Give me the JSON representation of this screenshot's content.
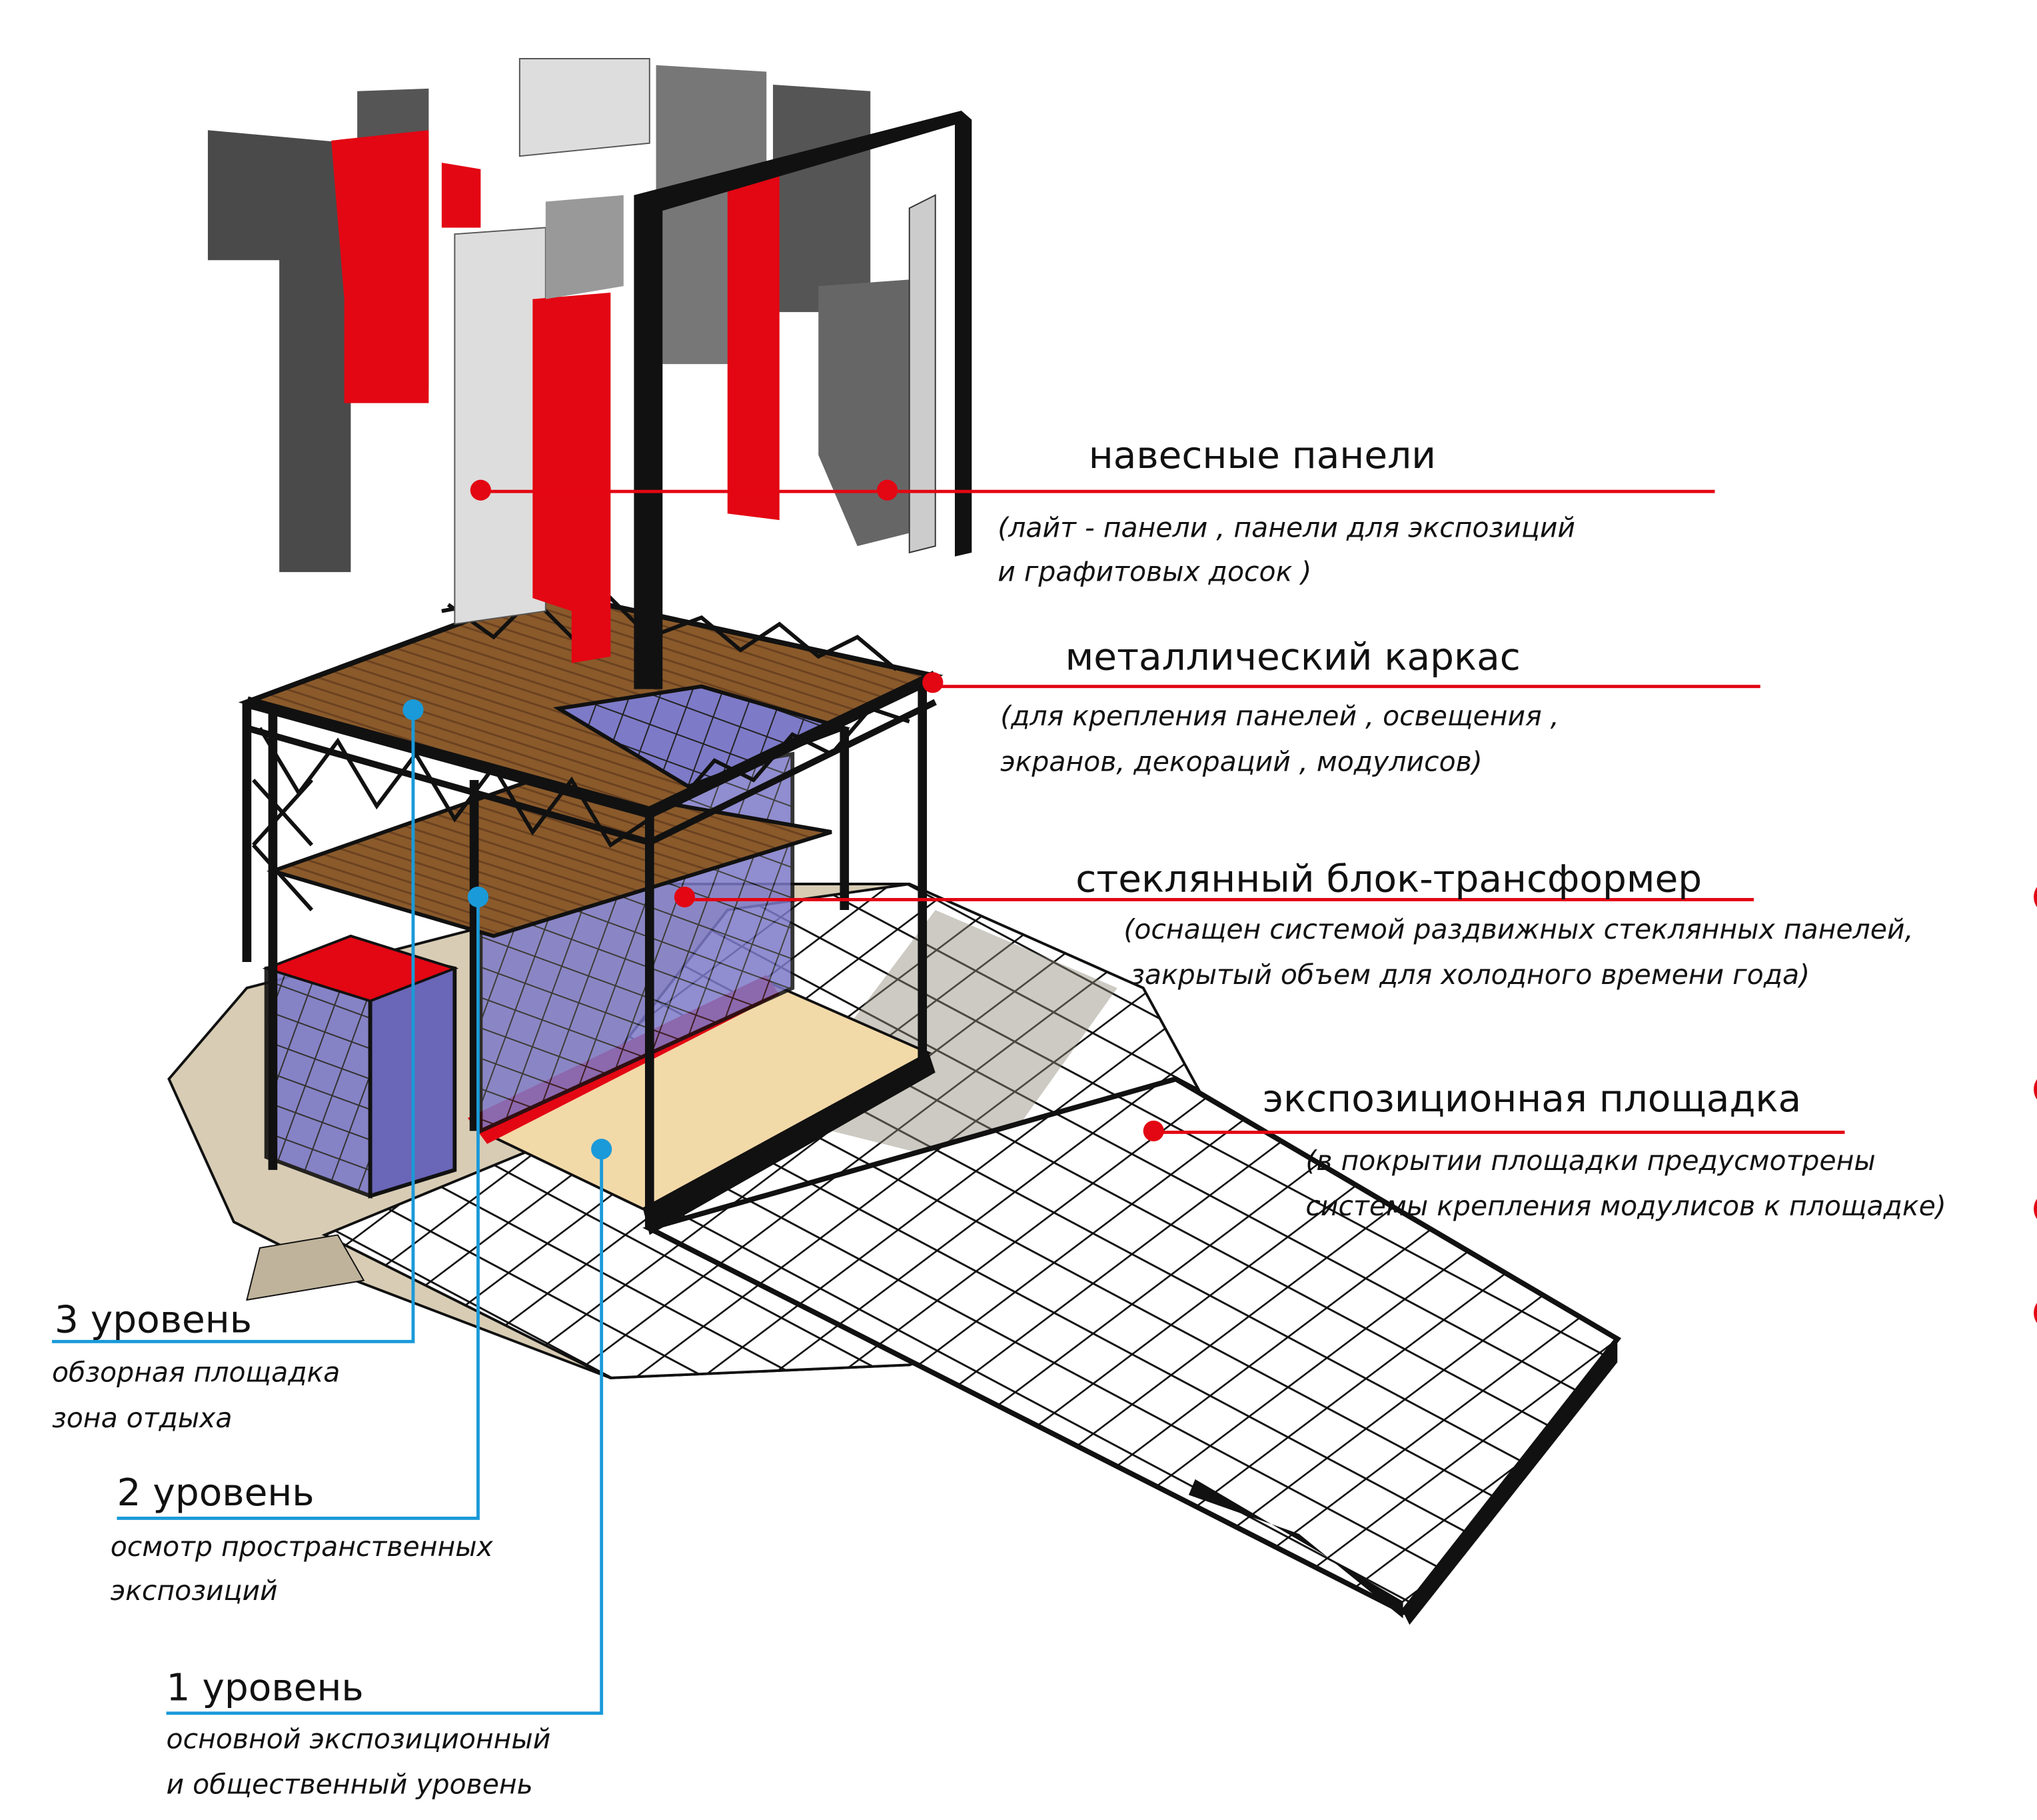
{
  "colors": {
    "accent_red": "#e30613",
    "accent_blue": "#1a9ad9",
    "frame": "#111111",
    "glass": "#6a66b8",
    "wood": "#8a5a2b"
  },
  "callouts": {
    "panels": {
      "title": "навесные панели",
      "lines": [
        "(лайт - панели , панели для экспозиций",
        "и графитовых досок )"
      ]
    },
    "frame": {
      "title": "металлический каркас",
      "lines": [
        "(для крепления панелей , освещения ,",
        "экранов, декораций , модулисов)"
      ]
    },
    "glass": {
      "title": "стеклянный блок-трансформер",
      "lines": [
        "(оснащен системой раздвижных стеклянных панелей,",
        "закрытый объем для холодного времени года)"
      ]
    },
    "platform": {
      "title": "экспозиционная площадка",
      "lines": [
        "(в покрытии площадки предусмотрены",
        "системы крепления модулисов к площадке)"
      ]
    }
  },
  "levels": [
    {
      "title": "3 уровень",
      "lines": [
        "обзорная площадка",
        "зона отдыха"
      ]
    },
    {
      "title": "2 уровень",
      "lines": [
        "осмотр пространственных",
        "экспозиций"
      ]
    },
    {
      "title": "1 уровень",
      "lines": [
        "основной экспозиционный",
        "и общественный уровень"
      ]
    }
  ]
}
